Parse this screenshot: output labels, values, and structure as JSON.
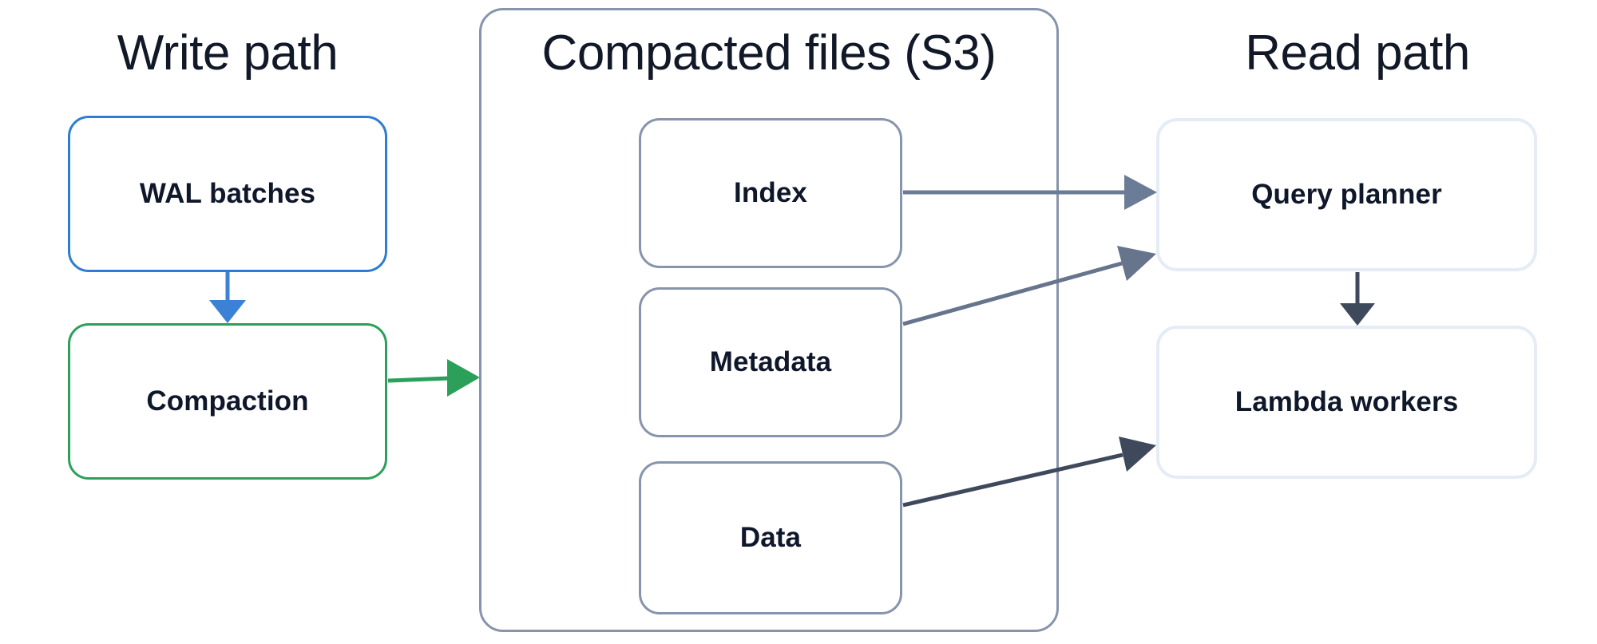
{
  "diagram": {
    "title_write": "Write path",
    "title_read": "Read path",
    "group": {
      "label": "Compacted files (S3)",
      "children": [
        {
          "label": "Index"
        },
        {
          "label": "Metadata"
        },
        {
          "label": "Data"
        }
      ]
    },
    "write_nodes": [
      {
        "label": "WAL batches",
        "border_color": "#2d7dd2"
      },
      {
        "label": "Compaction",
        "border_color": "#2ca05a"
      }
    ],
    "read_nodes": [
      {
        "label": "Query planner",
        "border_color": "#e5ecf6"
      },
      {
        "label": "Lambda workers",
        "border_color": "#e5ecf6"
      }
    ],
    "edges": [
      {
        "name": "wal-to-compaction",
        "color": "#3b82d6"
      },
      {
        "name": "compaction-to-s3",
        "color": "#2ca05a"
      },
      {
        "name": "index-to-query-planner",
        "color": "#6b7c96"
      },
      {
        "name": "metadata-to-query-planner",
        "color": "#66748c"
      },
      {
        "name": "data-to-lambda",
        "color": "#3e4a5c"
      },
      {
        "name": "query-planner-to-lambda",
        "color": "#3e4a5c"
      }
    ],
    "colors": {
      "background": "#ffffff",
      "text": "#0f172a",
      "group_border": "#8794ab",
      "blue": "#2d7dd2",
      "green": "#2ca05a",
      "slate": "#6b7c96",
      "dark_slate": "#3e4a5c",
      "pale_blue": "#e5ecf6"
    }
  }
}
